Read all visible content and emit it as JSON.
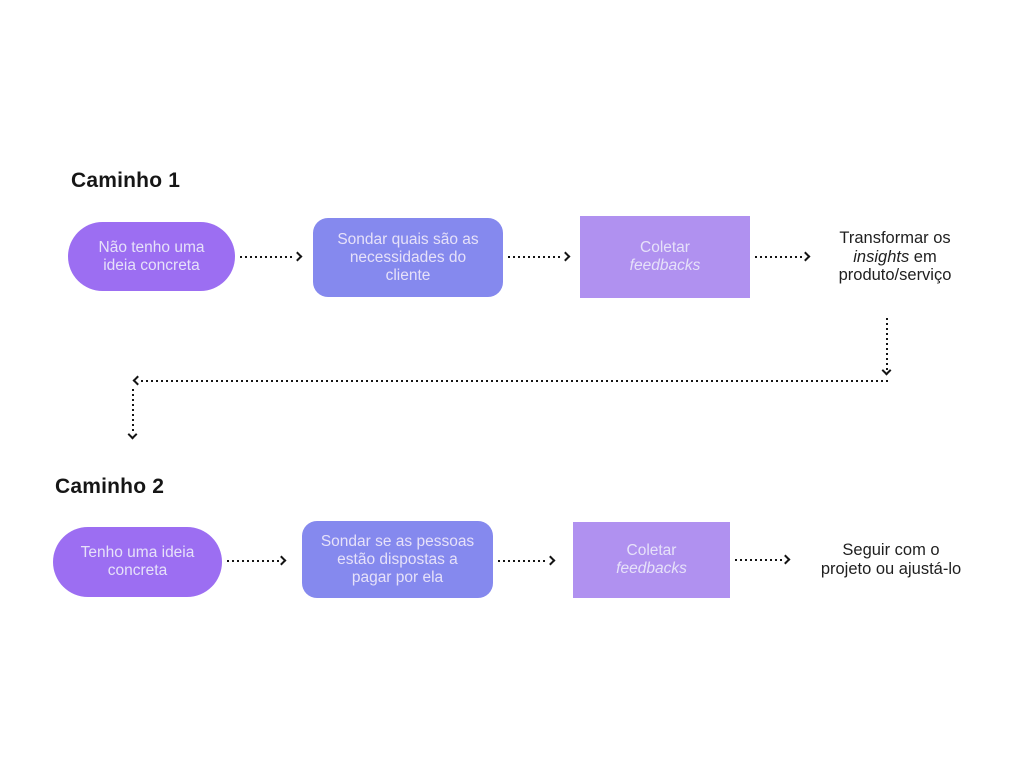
{
  "colors": {
    "pill_bg": "#9c6ef2",
    "rounded_bg": "#8589ee",
    "rect_bg": "#b091f0",
    "shape_text": "#e6e1f9",
    "body_text": "#1f1f1f",
    "connector": "#141414",
    "canvas_bg": "#ffffff"
  },
  "icons": {
    "arrowhead_right": "chevron-right",
    "arrowhead_left": "chevron-left",
    "arrowhead_down": "chevron-down"
  },
  "flow1": {
    "title": "Caminho 1",
    "start_pill": {
      "line1": "Não tenho uma",
      "line2": "ideia concreta"
    },
    "probe_box": {
      "line1": "Sondar quais são as",
      "line2": "necessidades do",
      "line3": "cliente"
    },
    "collect_box": {
      "line1": "Coletar",
      "line2_italic": "feedbacks"
    },
    "outcome": {
      "line1": "Transformar os",
      "line2_italic": "insights",
      "line2_rest": " em",
      "line3": "produto/serviço"
    }
  },
  "flow2": {
    "title": "Caminho 2",
    "start_pill": {
      "line1": "Tenho uma ideia",
      "line2": "concreta"
    },
    "probe_box": {
      "line1": "Sondar se as pessoas",
      "line2": "estão dispostas a",
      "line3": "pagar por ela"
    },
    "collect_box": {
      "line1": "Coletar",
      "line2_italic": "feedbacks"
    },
    "outcome": {
      "line1": "Seguir com o",
      "line2": "projeto ou ajustá-lo"
    }
  }
}
